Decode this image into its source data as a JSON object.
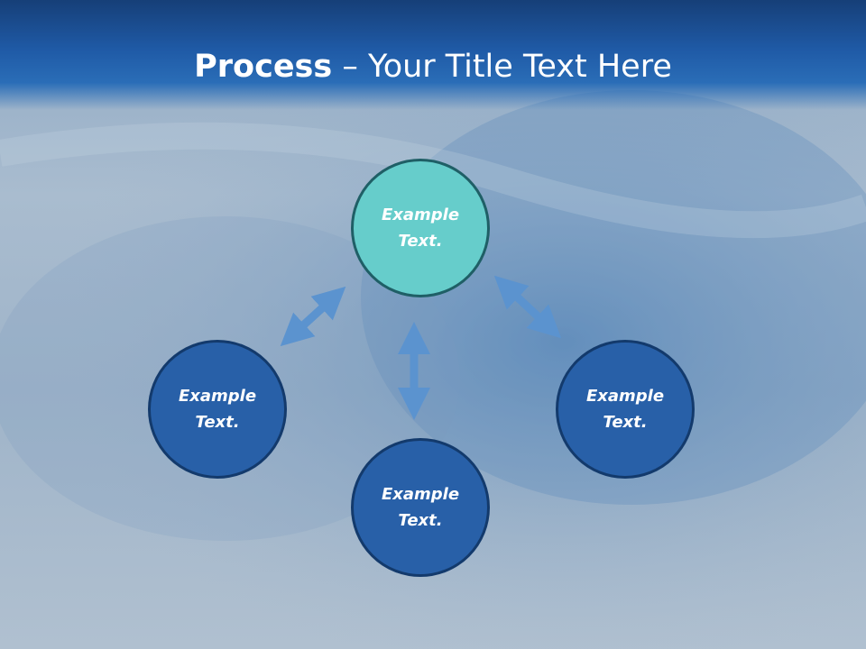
{
  "title": {
    "bold": "Process",
    "rest": " – Your Title Text Here"
  },
  "nodes": {
    "top": "Example\nText.",
    "left": "Example\nText.",
    "right": "Example\nText.",
    "bottom": "Example\nText."
  },
  "colors": {
    "header": "#1f5aa6",
    "node_blue": "#2860a8",
    "node_teal": "#66cdcb",
    "arrow": "#5b93cf"
  }
}
